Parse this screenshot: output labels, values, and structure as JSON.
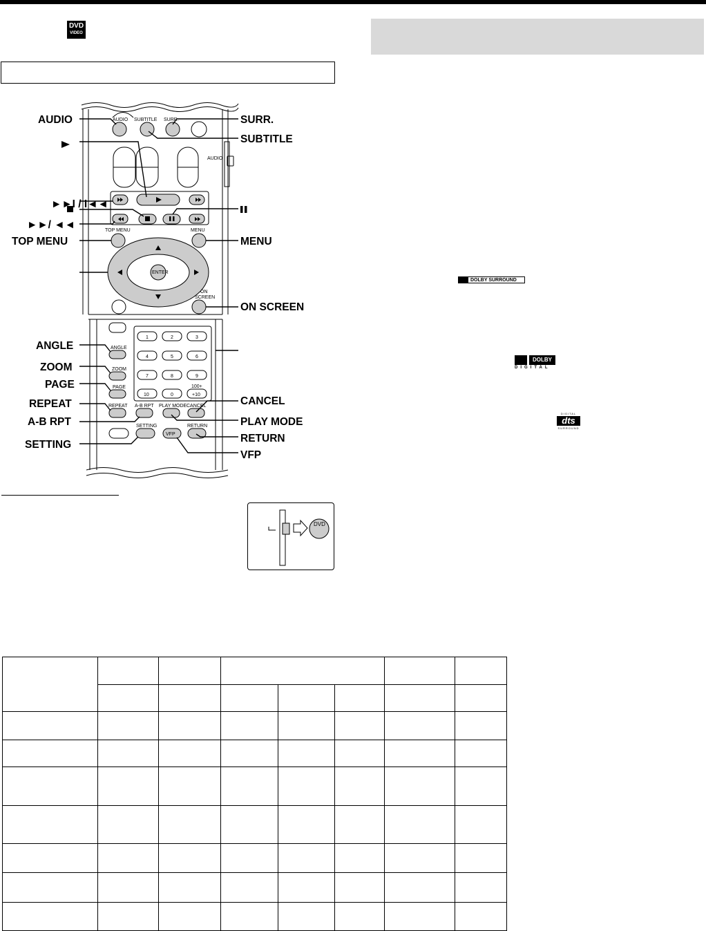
{
  "header": {
    "disc_badge": {
      "line1": "DVD",
      "line2": "VIDEO"
    }
  },
  "remote": {
    "left_labels": [
      "AUDIO",
      "►",
      "►►I / I◄◄",
      "■",
      "►►/ ◄◄",
      "TOP  MENU",
      "ANGLE",
      "ZOOM",
      "PAGE",
      "REPEAT",
      "A-B RPT",
      "SETTING"
    ],
    "right_labels": [
      "SURR.",
      "SUBTITLE",
      "II",
      "MENU",
      "ON SCREEN",
      "CANCEL",
      "PLAY MODE",
      "RETURN",
      "VFP"
    ],
    "button_text": {
      "audio": "AUDIO",
      "subtitle": "SUBTITLE",
      "surr": "SURR.",
      "audio_switch": "AUDIO",
      "top_menu": "TOP MENU",
      "menu": "MENU",
      "enter": "ENTER",
      "on": "ON",
      "screen": "SCREEN",
      "angle": "ANGLE",
      "zoom": "ZOOM",
      "page": "PAGE",
      "repeat": "REPEAT",
      "abrpt": "A-B RPT",
      "playmode": "PLAY MODE",
      "cancel": "CANCEL",
      "setting": "SETTING",
      "return": "RETURN",
      "vfp": "VFP",
      "hundred": "100+"
    },
    "keypad": [
      "1",
      "2",
      "3",
      "4",
      "5",
      "6",
      "7",
      "8",
      "9",
      "10",
      "0",
      "+10"
    ]
  },
  "inset": {
    "button": "DVD"
  },
  "logos": {
    "dolby_surround": "DOLBY SURROUND",
    "dolby_digital": {
      "box": "DOLBY",
      "sub": "DIGITAL"
    },
    "dts": {
      "top": "DIGITAL",
      "main": "dts",
      "bottom": "SURROUND"
    }
  }
}
